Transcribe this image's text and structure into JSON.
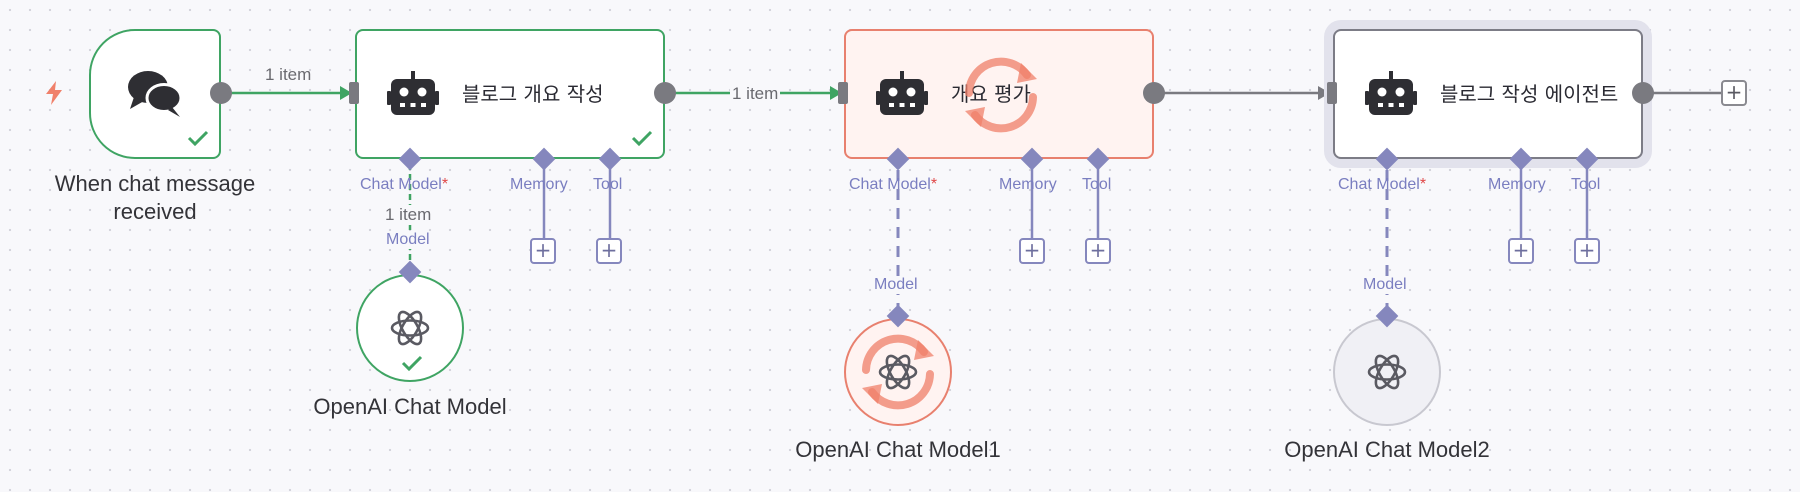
{
  "trigger": {
    "title": "When chat message received",
    "icon": "chat-bubbles-icon",
    "status": "success"
  },
  "nodes": [
    {
      "key": "outline",
      "label": "블로그 개요 작성",
      "icon": "robot-icon",
      "status": "success",
      "ports": [
        "Chat Model",
        "Memory",
        "Tool"
      ],
      "model": "OpenAI Chat Model",
      "model_edge_count": "1 item",
      "model_port_label": "Model"
    },
    {
      "key": "review",
      "label": "개요 평가",
      "icon": "robot-icon",
      "status": "running",
      "ports": [
        "Chat Model",
        "Memory",
        "Tool"
      ],
      "model": "OpenAI Chat Model1",
      "model_port_label": "Model"
    },
    {
      "key": "writer",
      "label": "블로그 작성 에이전트",
      "icon": "robot-icon",
      "status": "idle",
      "selected": true,
      "ports": [
        "Chat Model",
        "Memory",
        "Tool"
      ],
      "model": "OpenAI Chat Model2",
      "model_port_label": "Model"
    }
  ],
  "edges": {
    "trigger_to_outline": "1 item",
    "outline_to_review": "1 item"
  },
  "required_marker": "*",
  "add_glyph": "+",
  "colors": {
    "success": "#3fa463",
    "error": "#e8806e",
    "sub_port": "#8587bd",
    "handle": "#7a7a80"
  }
}
